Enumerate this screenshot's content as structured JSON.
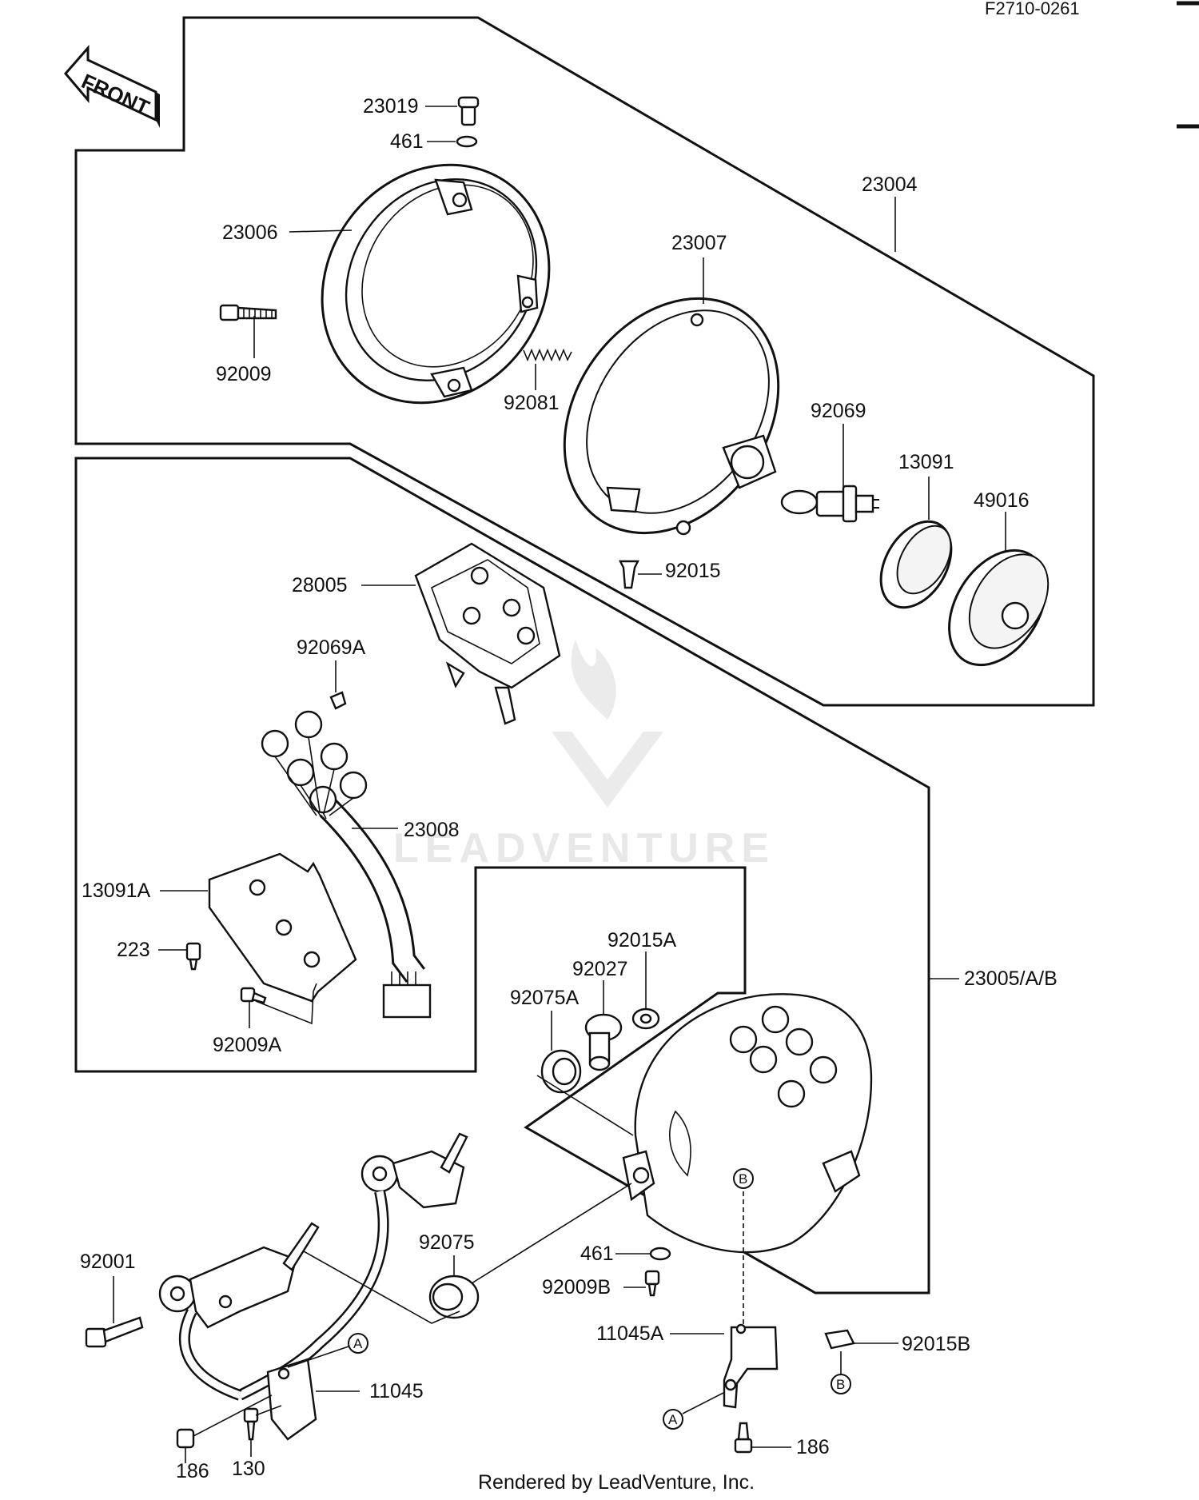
{
  "header": {
    "diagram_code": "F2710-0261"
  },
  "orientation": {
    "front_label": "FRONT"
  },
  "watermark": {
    "brand": "LEADVENTURE"
  },
  "footer": {
    "credit": "Rendered by LeadVenture, Inc."
  },
  "parts": {
    "p23019": "23019",
    "p461_top": "461",
    "p23006": "23006",
    "p23004": "23004",
    "p23007": "23007",
    "p92009": "92009",
    "p92081": "92081",
    "p92069": "92069",
    "p13091": "13091",
    "p49016": "49016",
    "p92015": "92015",
    "p28005": "28005",
    "p92069A": "92069A",
    "p23008": "23008",
    "p13091A": "13091A",
    "p223": "223",
    "p92009A": "92009A",
    "p92015A": "92015A",
    "p92027": "92027",
    "p92075A": "92075A",
    "p23005AB": "23005/A/B",
    "p92001": "92001",
    "p92075": "92075",
    "p461_low": "461",
    "p92009B": "92009B",
    "p11045A": "11045A",
    "p92015B": "92015B",
    "p11045": "11045",
    "p186_left": "186",
    "p130": "130",
    "p186_right": "186"
  },
  "reference_marks": {
    "a1": "A",
    "a2": "A",
    "b1": "B",
    "b2": "B"
  }
}
